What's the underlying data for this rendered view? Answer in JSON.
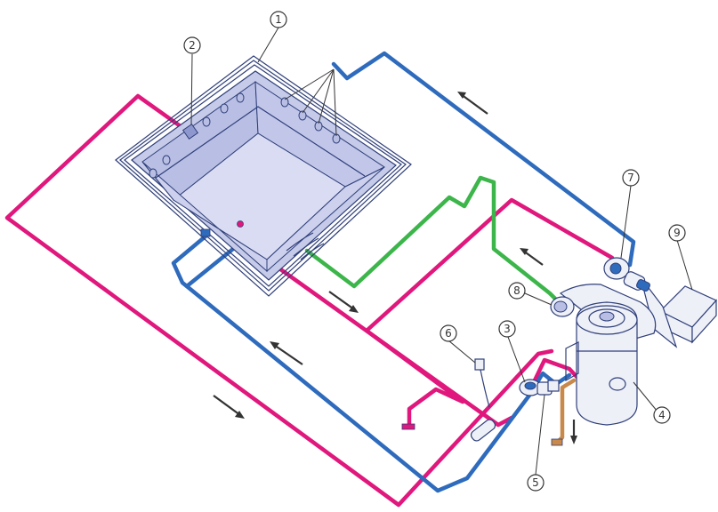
{
  "colors": {
    "pool_fill": "#c6cbe9",
    "pool_floor": "#d9dcf2",
    "outline": "#2f3f7a",
    "pipe_pink": "#e0177c",
    "pipe_blue": "#2e6bbd",
    "pipe_green": "#3cb54a",
    "pipe_orange": "#c8894a"
  },
  "callouts": [
    {
      "label": "1"
    },
    {
      "label": "2"
    },
    {
      "label": "3"
    },
    {
      "label": "4"
    },
    {
      "label": "5"
    },
    {
      "label": "6"
    },
    {
      "label": "7"
    },
    {
      "label": "8"
    },
    {
      "label": "9"
    }
  ],
  "flow_arrows": [
    "top-left",
    "down-right",
    "up-left",
    "down-right",
    "up-left",
    "down"
  ]
}
